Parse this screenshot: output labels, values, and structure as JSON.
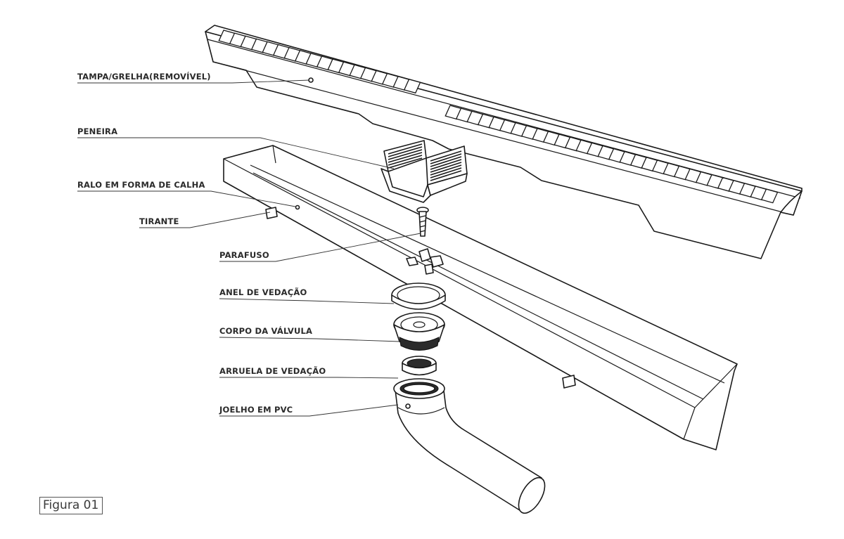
{
  "labels": {
    "tampa": "TAMPA/GRELHA(REMOVÍVEL)",
    "peneira": "PENEIRA",
    "ralo": "RALO EM FORMA DE CALHA",
    "tirante": "TIRANTE",
    "parafuso": "PARAFUSO",
    "anel": "ANEL DE VEDAÇÃO",
    "corpo": "CORPO DA VÁLVULA",
    "arruela": "ARRUELA DE VEDAÇÃO",
    "joelho": "JOELHO EM PVC"
  },
  "figure_caption": "Figura 01"
}
